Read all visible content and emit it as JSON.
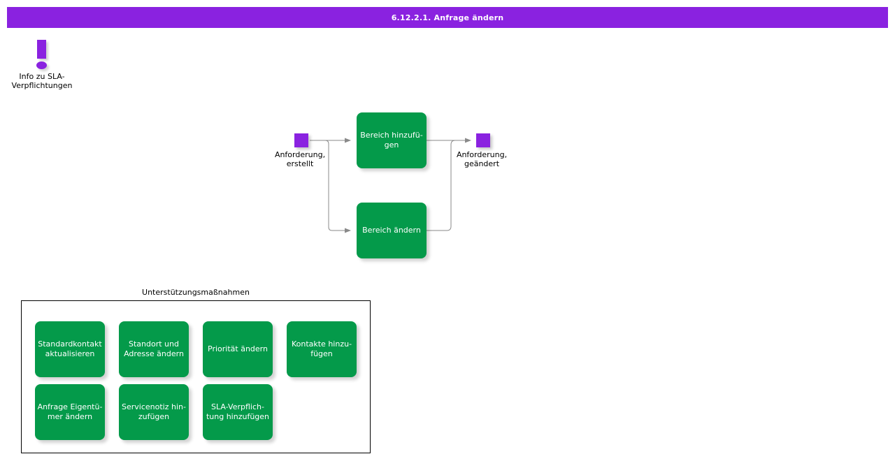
{
  "header": {
    "title": "6.12.2.1. Anfrage ändern",
    "background_color": "#8A22E0",
    "text_color": "#ffffff"
  },
  "note": {
    "icon": "exclamation-icon",
    "label": "Info zu SLA-\nVerpflichtungen",
    "color": "#8A22E0"
  },
  "flow": {
    "start_event": {
      "icon": "start-event-marker",
      "label": "Anforderung,\nerstellt",
      "color": "#8A22E0"
    },
    "end_event": {
      "icon": "end-event-marker",
      "label": "Anforderung,\ngeändert",
      "color": "#8A22E0"
    },
    "tasks": [
      {
        "label": "Bereich hinzufü-\ngen",
        "color": "#049A4A"
      },
      {
        "label": "Bereich ändern",
        "color": "#049A4A"
      }
    ],
    "connector_color": "#888888"
  },
  "support_panel": {
    "title": "Unterstützungsmaßnahmen",
    "border_color": "#000000",
    "items": [
      {
        "label": "Standardkontakt\naktualisieren"
      },
      {
        "label": "Standort und\nAdresse ändern"
      },
      {
        "label": "Priorität ändern"
      },
      {
        "label": "Kontakte hinzu-\nfügen"
      },
      {
        "label": "Anfrage Eigentü-\nmer ändern"
      },
      {
        "label": "Servicenotiz hin-\nzufügen"
      },
      {
        "label": "SLA-Verpflich-\ntung hinzufügen"
      }
    ],
    "item_color": "#049A4A"
  }
}
